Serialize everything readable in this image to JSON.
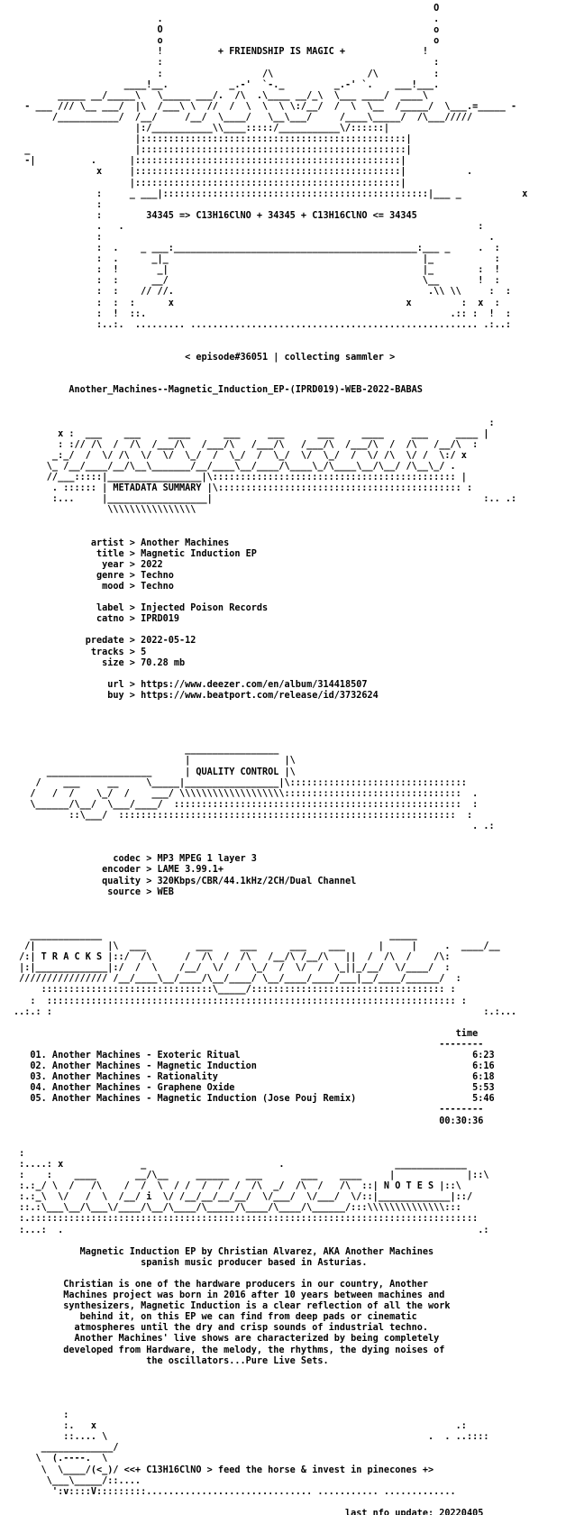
{
  "nfo": {
    "lines": [
      "                                                                            O",
      "                          .                                                 .",
      "                          O                                                 o",
      "                          o                                                 o",
      "                          !          + FRIENDSHIP IS MAGIC +              !",
      "                          :                                                 :",
      "                          :                  /\\                 /\\          :",
      "                    ____!__.           _.-'  `-._         _.-' `.    ___!___.",
      "        _____ __/_____\\   \\_____ ___/.  /\\  .\\____ __/_\\  \\___ ____/  ____\\",
      "  - ___ /// \\__ ___/  |\\  /___\\ \\  //  /  \\  \\  \\ \\:/__/  /  \\  \\__  /_____/  \\___.=_____ -",
      "       /___________/  /__/     /__/  \\____/   \\__\\___/     /____\\_____/  /\\___/////",
      "                      |:/___________\\\\____:::::/___________\\/::::::|",
      "                      |::::::::::::::::::::::::::::::::::::::::::::::::|",
      "  _                   |::::::::::::::::::::::::::::::::::::::::::::::::|",
      "  -|          .      |::::::::::::::::::::::::::::::::::::::::::::::::|",
      "               x     |::::::::::::::::::::::::::::::::::::::::::::::::|           .",
      "                     |::::::::::::::::::::::::::::::::::::::::::::::::|",
      "               :     _ ___|::::::::::::::::::::::::::::::::::::::::::::::::|___ _           x",
      "               :",
      "               :        34345 => C13H16ClNO + 34345 + C13H16ClNO <= 34345",
      "               .   .                                                                :",
      "               :                                                                      .",
      "               :  .    _ ___:____________________________________________:___ _     .  :",
      "               :  .      _|_                                              |_           :",
      "               :  !       _|                                              |_        :  !",
      "               :  :      __/                                              \\__       !  :",
      "               :  :    // //.                                              .\\\\ \\\\     :  :",
      "               :  :  :      x                                          x         :  x  :",
      "               :  !  ::.                                                       .:: :  !  :",
      "               :..:.  ......... .................................................... .:..:",
      "",
      "",
      "                               < episode#36051 | collecting sammler >",
      "",
      "",
      "          Another_Machines--Magnetic_Induction_EP-(IPRD019)-WEB-2022-BABAS",
      "",
      "",
      "                                                                                      :",
      "        x :  ___    ___     ____      ___     ___      ___     ____     ___     ____ |",
      "        : :// /\\  /  /\\  /___/\\   /___/\\   /___/\\   /___/\\  /___/\\  /  /\\   /__/\\  :",
      "       _:_/  /  \\/ /\\  \\/  \\/  \\_/  /  \\_/  /  \\_/  \\/  \\_/  /  \\/ /\\  \\/ /  \\:/ x",
      "      \\_ /__/____/__/\\__\\_______/__/____\\__/____/\\____\\_/\\____\\__/\\__/ /\\__\\_/ .",
      "      //___:::::|_________________|\\:::::::::::::::::::::::::::::::::::::::::::: |",
      "       . :::::: | METADATA SUMMARY |\\:::::::::::::::::::::::::::::::::::::::::::: :",
      "       :...     |__________________|                                                 :.. .:",
      "                 \\\\\\\\\\\\\\\\\\\\\\\\\\\\\\\\",
      "",
      "",
      "              artist > Another Machines",
      "               title > Magnetic Induction EP",
      "                year > 2022",
      "               genre > Techno",
      "                mood > Techno",
      "",
      "               label > Injected Poison Records",
      "               catno > IPRD019",
      "",
      "             predate > 2022-05-12",
      "              tracks > 5",
      "                size > 70.28 mb",
      "",
      "                 url > https://www.deezer.com/en/album/314418507",
      "                 buy > https://www.beatport.com/release/id/3732624",
      "",
      "",
      "",
      "",
      "                               _________________",
      "                               |                 |\\",
      "      ___________________      | QUALITY CONTROL |\\",
      "    /    ___     __     \\_____|_________________|\\::::::::::::::::::::::::::::::::",
      "   /   /  /    \\_/  /    ___/ \\\\\\\\\\\\\\\\\\\\\\\\\\\\\\\\\\\\\\::::::::::::::::::::::::::::::::  .",
      "   \\______/\\__/  \\___/____/  ::::::::::::::::::::::::::::::::::::::::::::::::::::  :",
      "          ::\\___/  :::::::::::::::::::::::::::::::::::::::::::::::::::::::::::::  :",
      "                                                                                   . .:",
      "",
      "",
      "                  codec > MP3 MPEG 1 layer 3",
      "                encoder > LAME 3.99.1+",
      "                quality > 320Kbps/CBR/44.1kHz/2CH/Dual Channel",
      "                 source > WEB",
      "",
      "",
      "",
      "   _____________                                                    _____",
      "  /|             |\\  ___         ___     ___      ___    ___      |     |     .  ____/__",
      " /:| T R A C K S |::/  /\\      /  /\\  /  /\\   /__/\\ /__/\\   ||  /  /\\  /    /\\:",
      " |:|_____________|:/  /  \\    /__/  \\/  /  \\_/  /  \\/  /  \\_||_/__/  \\/____/  :",
      " //////////////// /__/____\\__/____/\\__/____/ \\__/____/____/___|__/____/______/  :",
      "     :::::::::::::::::::::::::::::::\\_____/::::::::::::::::::::::::::::::::::: :",
      "   :  :::::::::::::::::::::::::::::::::::::::::::::::::::::::::::::::::::::::::: :",
      "..:.: :                                                                              :.:...",
      "",
      "                                                                                time",
      "                                                                             --------",
      "   01. Another Machines - Exoteric Ritual                                          6:23",
      "   02. Another Machines - Magnetic Induction                                       6:16",
      "   03. Another Machines - Rationality                                              6:18",
      "   04. Another Machines - Graphene Oxide                                           5:53",
      "   05. Another Machines - Magnetic Induction (Jose Pouj Remix)                     5:46",
      "                                                                             --------",
      "                                                                             00:30:36",
      "",
      "",
      " :",
      " :....: x              _                        .                    _____________",
      " :    :    ____       __/\\__     ______   ___       ___    ____     |             |::\\",
      " :.:_/ \\  /   /\\    /  /  \\  / /  /  /  /  /\\  _/  /\\  /   /\\  ::| N O T E S |::\\",
      " :.:_\\  \\/   /  \\  /__/ i  \\/ /__/__/__/__/  \\/___/  \\/___/  \\/::|_____________|::/",
      " ::.:\\___\\__/\\___\\/____/\\__/\\____/\\_____/\\____/\\____/\\______/:::\\\\\\\\\\\\\\\\\\\\\\\\\\\\:::",
      " :.:::::::::::::::::::::::::::::::::::::::::::::::::::::::::::::::::::::::::::::::::",
      " :...:  .                                                                           .:",
      "",
      "            Magnetic Induction EP by Christian Alvarez, AKA Another Machines",
      "                       spanish music producer based in Asturias.",
      "",
      "         Christian is one of the hardware producers in our country, Another",
      "         Machines project was born in 2016 after 10 years between machines and",
      "         synthesizers, Magnetic Induction is a clear reflection of all the work",
      "            behind it, on this EP we can find from deep pads or cinematic",
      "           atmospheres until the dry and crisp sounds of industrial techno.",
      "           Another Machines' live shows are characterized by being completely",
      "         developed from Hardware, the melody, the rhythms, the dying noises of",
      "                        the oscillators...Pure Live Sets.",
      "",
      "",
      "",
      "",
      "         :",
      "         :.   x                                                                 .:",
      "         ::.... \\                                                          .  . ..::::",
      "     _____________/",
      "    \\  (.----.  \\",
      "     \\  \\____/(<_)/ <<+ C13H16ClNO > feed the horse & invest in pinecones +>",
      "      \\___\\_____/::....",
      "       ':v::::V:::::::::.............................. ........... .............",
      "",
      "                                                            last nfo update: 20220405"
    ]
  }
}
